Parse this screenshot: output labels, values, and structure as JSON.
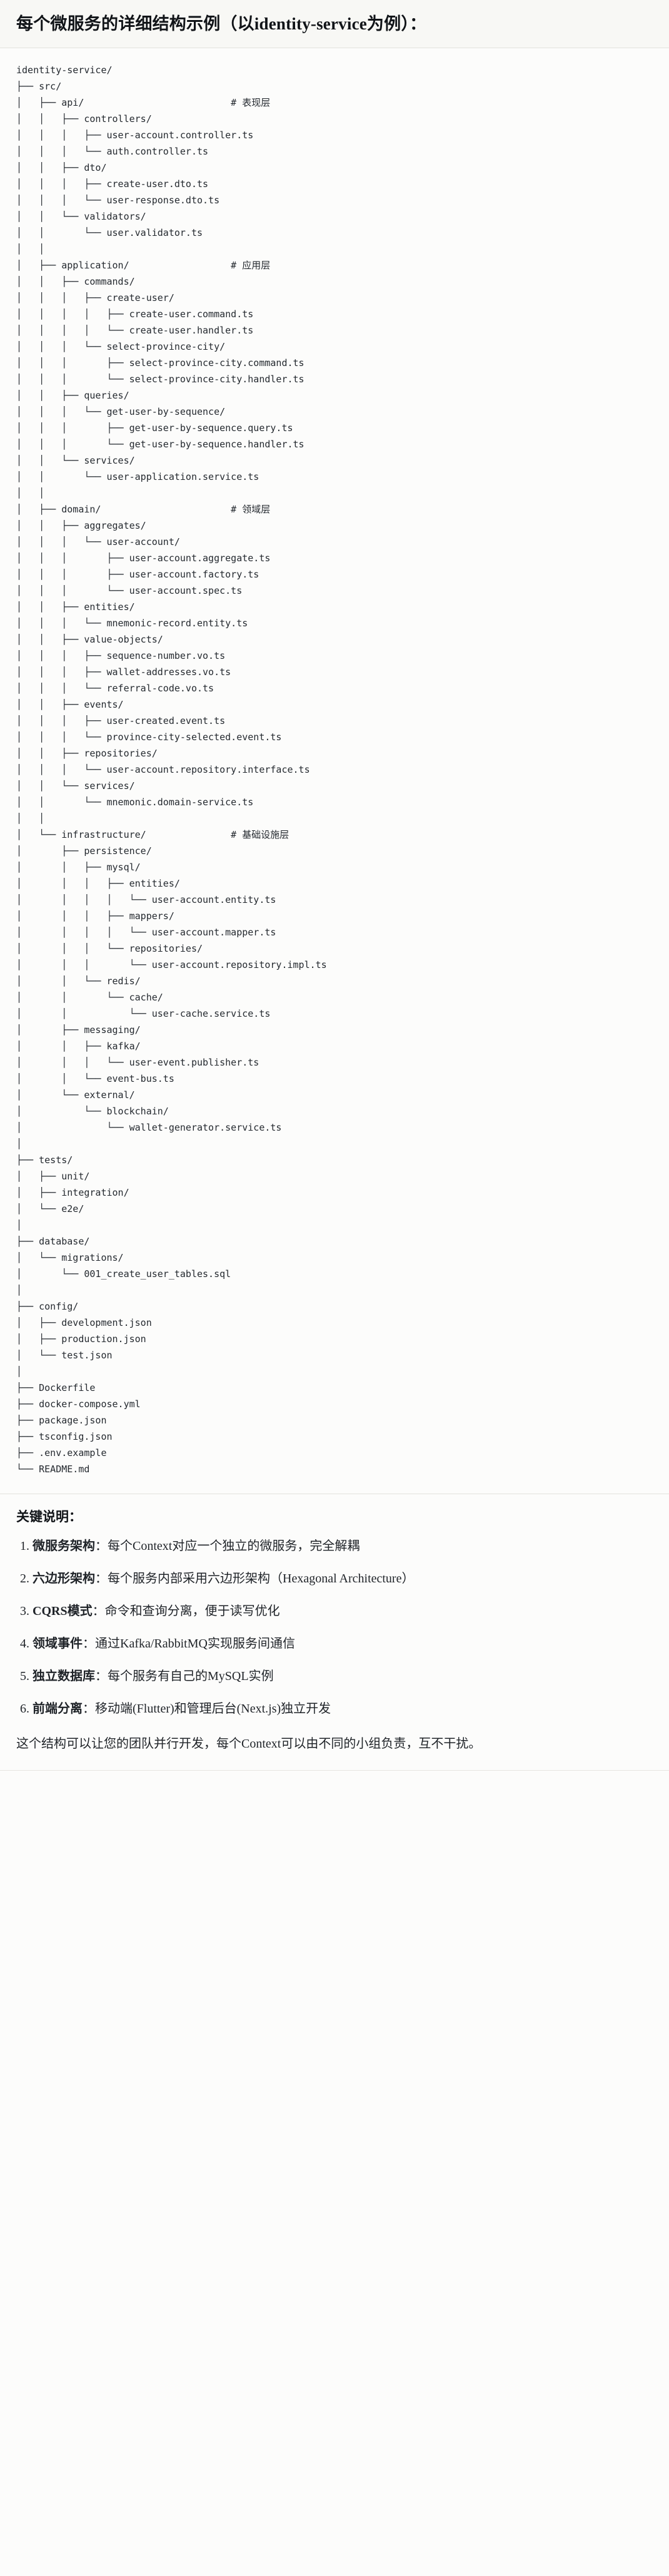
{
  "header": {
    "title": "每个微服务的详细结构示例（以identity-service为例）："
  },
  "tree": {
    "root": "identity-service/",
    "lines": [
      "identity-service/",
      "├── src/",
      "│   ├── api/                          # 表现层",
      "│   │   ├── controllers/",
      "│   │   │   ├── user-account.controller.ts",
      "│   │   │   └── auth.controller.ts",
      "│   │   ├── dto/",
      "│   │   │   ├── create-user.dto.ts",
      "│   │   │   └── user-response.dto.ts",
      "│   │   └── validators/",
      "│   │       └── user.validator.ts",
      "│   │",
      "│   ├── application/                  # 应用层",
      "│   │   ├── commands/",
      "│   │   │   ├── create-user/",
      "│   │   │   │   ├── create-user.command.ts",
      "│   │   │   │   └── create-user.handler.ts",
      "│   │   │   └── select-province-city/",
      "│   │   │       ├── select-province-city.command.ts",
      "│   │   │       └── select-province-city.handler.ts",
      "│   │   ├── queries/",
      "│   │   │   └── get-user-by-sequence/",
      "│   │   │       ├── get-user-by-sequence.query.ts",
      "│   │   │       └── get-user-by-sequence.handler.ts",
      "│   │   └── services/",
      "│   │       └── user-application.service.ts",
      "│   │",
      "│   ├── domain/                       # 领域层",
      "│   │   ├── aggregates/",
      "│   │   │   └── user-account/",
      "│   │   │       ├── user-account.aggregate.ts",
      "│   │   │       ├── user-account.factory.ts",
      "│   │   │       └── user-account.spec.ts",
      "│   │   ├── entities/",
      "│   │   │   └── mnemonic-record.entity.ts",
      "│   │   ├── value-objects/",
      "│   │   │   ├── sequence-number.vo.ts",
      "│   │   │   ├── wallet-addresses.vo.ts",
      "│   │   │   └── referral-code.vo.ts",
      "│   │   ├── events/",
      "│   │   │   ├── user-created.event.ts",
      "│   │   │   └── province-city-selected.event.ts",
      "│   │   ├── repositories/",
      "│   │   │   └── user-account.repository.interface.ts",
      "│   │   └── services/",
      "│   │       └── mnemonic.domain-service.ts",
      "│   │",
      "│   └── infrastructure/               # 基础设施层",
      "│       ├── persistence/",
      "│       │   ├── mysql/",
      "│       │   │   ├── entities/",
      "│       │   │   │   └── user-account.entity.ts",
      "│       │   │   ├── mappers/",
      "│       │   │   │   └── user-account.mapper.ts",
      "│       │   │   └── repositories/",
      "│       │   │       └── user-account.repository.impl.ts",
      "│       │   └── redis/",
      "│       │       └── cache/",
      "│       │           └── user-cache.service.ts",
      "│       ├── messaging/",
      "│       │   ├── kafka/",
      "│       │   │   └── user-event.publisher.ts",
      "│       │   └── event-bus.ts",
      "│       └── external/",
      "│           └── blockchain/",
      "│               └── wallet-generator.service.ts",
      "│",
      "├── tests/",
      "│   ├── unit/",
      "│   ├── integration/",
      "│   └── e2e/",
      "│",
      "├── database/",
      "│   └── migrations/",
      "│       └── 001_create_user_tables.sql",
      "│",
      "├── config/",
      "│   ├── development.json",
      "│   ├── production.json",
      "│   └── test.json",
      "│",
      "├── Dockerfile",
      "├── docker-compose.yml",
      "├── package.json",
      "├── tsconfig.json",
      "├── .env.example",
      "└── README.md"
    ],
    "layer_comments": [
      "# 表现层",
      "# 应用层",
      "# 领域层",
      "# 基础设施层"
    ]
  },
  "notes": {
    "title": "关键说明：",
    "items": [
      {
        "number": "1.",
        "key": "微服务架构",
        "sep": "：",
        "text": "每个Context对应一个独立的微服务，完全解耦"
      },
      {
        "number": "2.",
        "key": "六边形架构",
        "sep": "：",
        "text": "每个服务内部采用六边形架构（Hexagonal Architecture）"
      },
      {
        "number": "3.",
        "key": "CQRS模式",
        "sep": "：",
        "text": "命令和查询分离，便于读写优化"
      },
      {
        "number": "4.",
        "key": "领域事件",
        "sep": "：",
        "text": "通过Kafka/RabbitMQ实现服务间通信"
      },
      {
        "number": "5.",
        "key": "独立数据库",
        "sep": "：",
        "text": "每个服务有自己的MySQL实例"
      },
      {
        "number": "6.",
        "key": "前端分离",
        "sep": "：",
        "text": "移动端(Flutter)和管理后台(Next.js)独立开发"
      }
    ],
    "closing": "这个结构可以让您的团队并行开发，每个Context可以由不同的小组负责，互不干扰。"
  }
}
